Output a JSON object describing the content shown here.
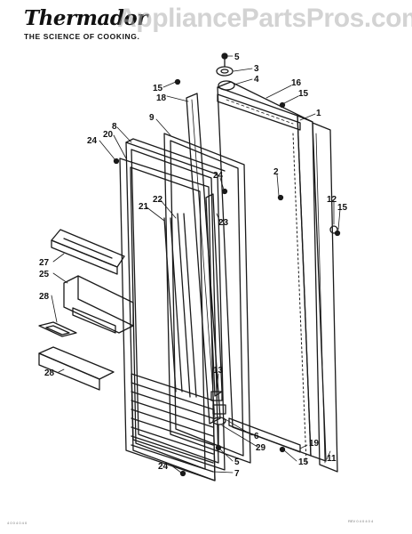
{
  "brand": {
    "logo_text": "Thermador",
    "tagline": "THE SCIENCE OF COOKING."
  },
  "watermark": "AppliancePartsPros.com",
  "footer": {
    "left_code": "4 0 0 4 0 4 0",
    "right_code": "REV 0 4 0 4 0 4"
  },
  "callouts": [
    {
      "id": "c5-top",
      "text": "5"
    },
    {
      "id": "c3",
      "text": "3"
    },
    {
      "id": "c4",
      "text": "4"
    },
    {
      "id": "c16",
      "text": "16"
    },
    {
      "id": "c15-a",
      "text": "15"
    },
    {
      "id": "c18",
      "text": "18"
    },
    {
      "id": "c15-b",
      "text": "15"
    },
    {
      "id": "c1",
      "text": "1"
    },
    {
      "id": "c9",
      "text": "9"
    },
    {
      "id": "c8",
      "text": "8"
    },
    {
      "id": "c20",
      "text": "20"
    },
    {
      "id": "c24-a",
      "text": "24"
    },
    {
      "id": "c24-b",
      "text": "24"
    },
    {
      "id": "c2",
      "text": "2"
    },
    {
      "id": "c12",
      "text": "12"
    },
    {
      "id": "c15-c",
      "text": "15"
    },
    {
      "id": "c22",
      "text": "22"
    },
    {
      "id": "c21",
      "text": "21"
    },
    {
      "id": "c23",
      "text": "23"
    },
    {
      "id": "c27",
      "text": "27"
    },
    {
      "id": "c25",
      "text": "25"
    },
    {
      "id": "c28-a",
      "text": "28"
    },
    {
      "id": "c28-b",
      "text": "28"
    },
    {
      "id": "c13",
      "text": "13"
    },
    {
      "id": "c6",
      "text": "6"
    },
    {
      "id": "c29",
      "text": "29"
    },
    {
      "id": "c19",
      "text": "19"
    },
    {
      "id": "c15-d",
      "text": "15"
    },
    {
      "id": "c11",
      "text": "11"
    },
    {
      "id": "c24-c",
      "text": "24"
    },
    {
      "id": "c5-bottom",
      "text": "5"
    },
    {
      "id": "c7",
      "text": "7"
    }
  ]
}
